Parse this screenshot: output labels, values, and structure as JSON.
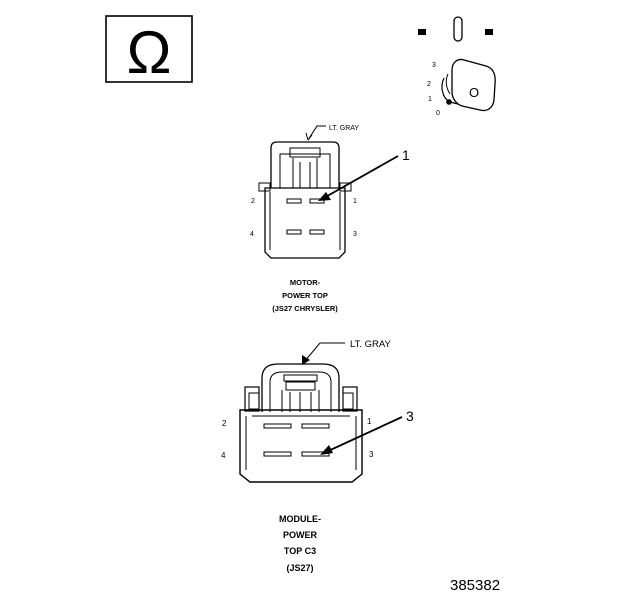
{
  "symbols": {
    "ohm_box": "Ω",
    "key_positions": [
      "3",
      "2",
      "1",
      "0"
    ],
    "key_letter": "O"
  },
  "connector_top": {
    "color_label": "LT. GRAY",
    "callout": "1",
    "pins": {
      "p1": "1",
      "p2": "2",
      "p3": "3",
      "p4": "4"
    },
    "caption": [
      "MOTOR-",
      "POWER TOP",
      "(JS27 CHRYSLER)"
    ]
  },
  "connector_bottom": {
    "color_label": "LT. GRAY",
    "callout": "3",
    "pins": {
      "p1": "1",
      "p2": "2",
      "p3": "3",
      "p4": "4"
    },
    "caption": [
      "MODULE-",
      "POWER",
      "TOP C3",
      "(JS27)"
    ]
  },
  "figure_number": "385382",
  "colors": {
    "ink": "#000000",
    "paper": "#ffffff"
  }
}
